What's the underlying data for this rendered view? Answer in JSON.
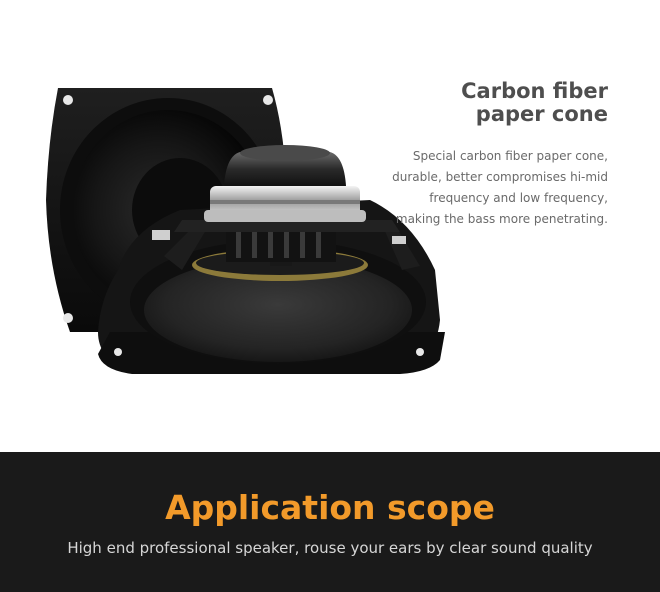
{
  "feature": {
    "title_lines": [
      "Carbon fiber",
      "paper cone"
    ],
    "description_lines": [
      "Special carbon fiber paper cone,",
      "durable, better compromises hi-mid",
      "frequency and low frequency,",
      "making the bass more penetrating."
    ]
  },
  "banner": {
    "title": "Application scope",
    "subtitle": "High end professional speaker, rouse your ears by clear sound quality",
    "title_color": "#f29a2a",
    "background_color": "#1a1a1a"
  }
}
